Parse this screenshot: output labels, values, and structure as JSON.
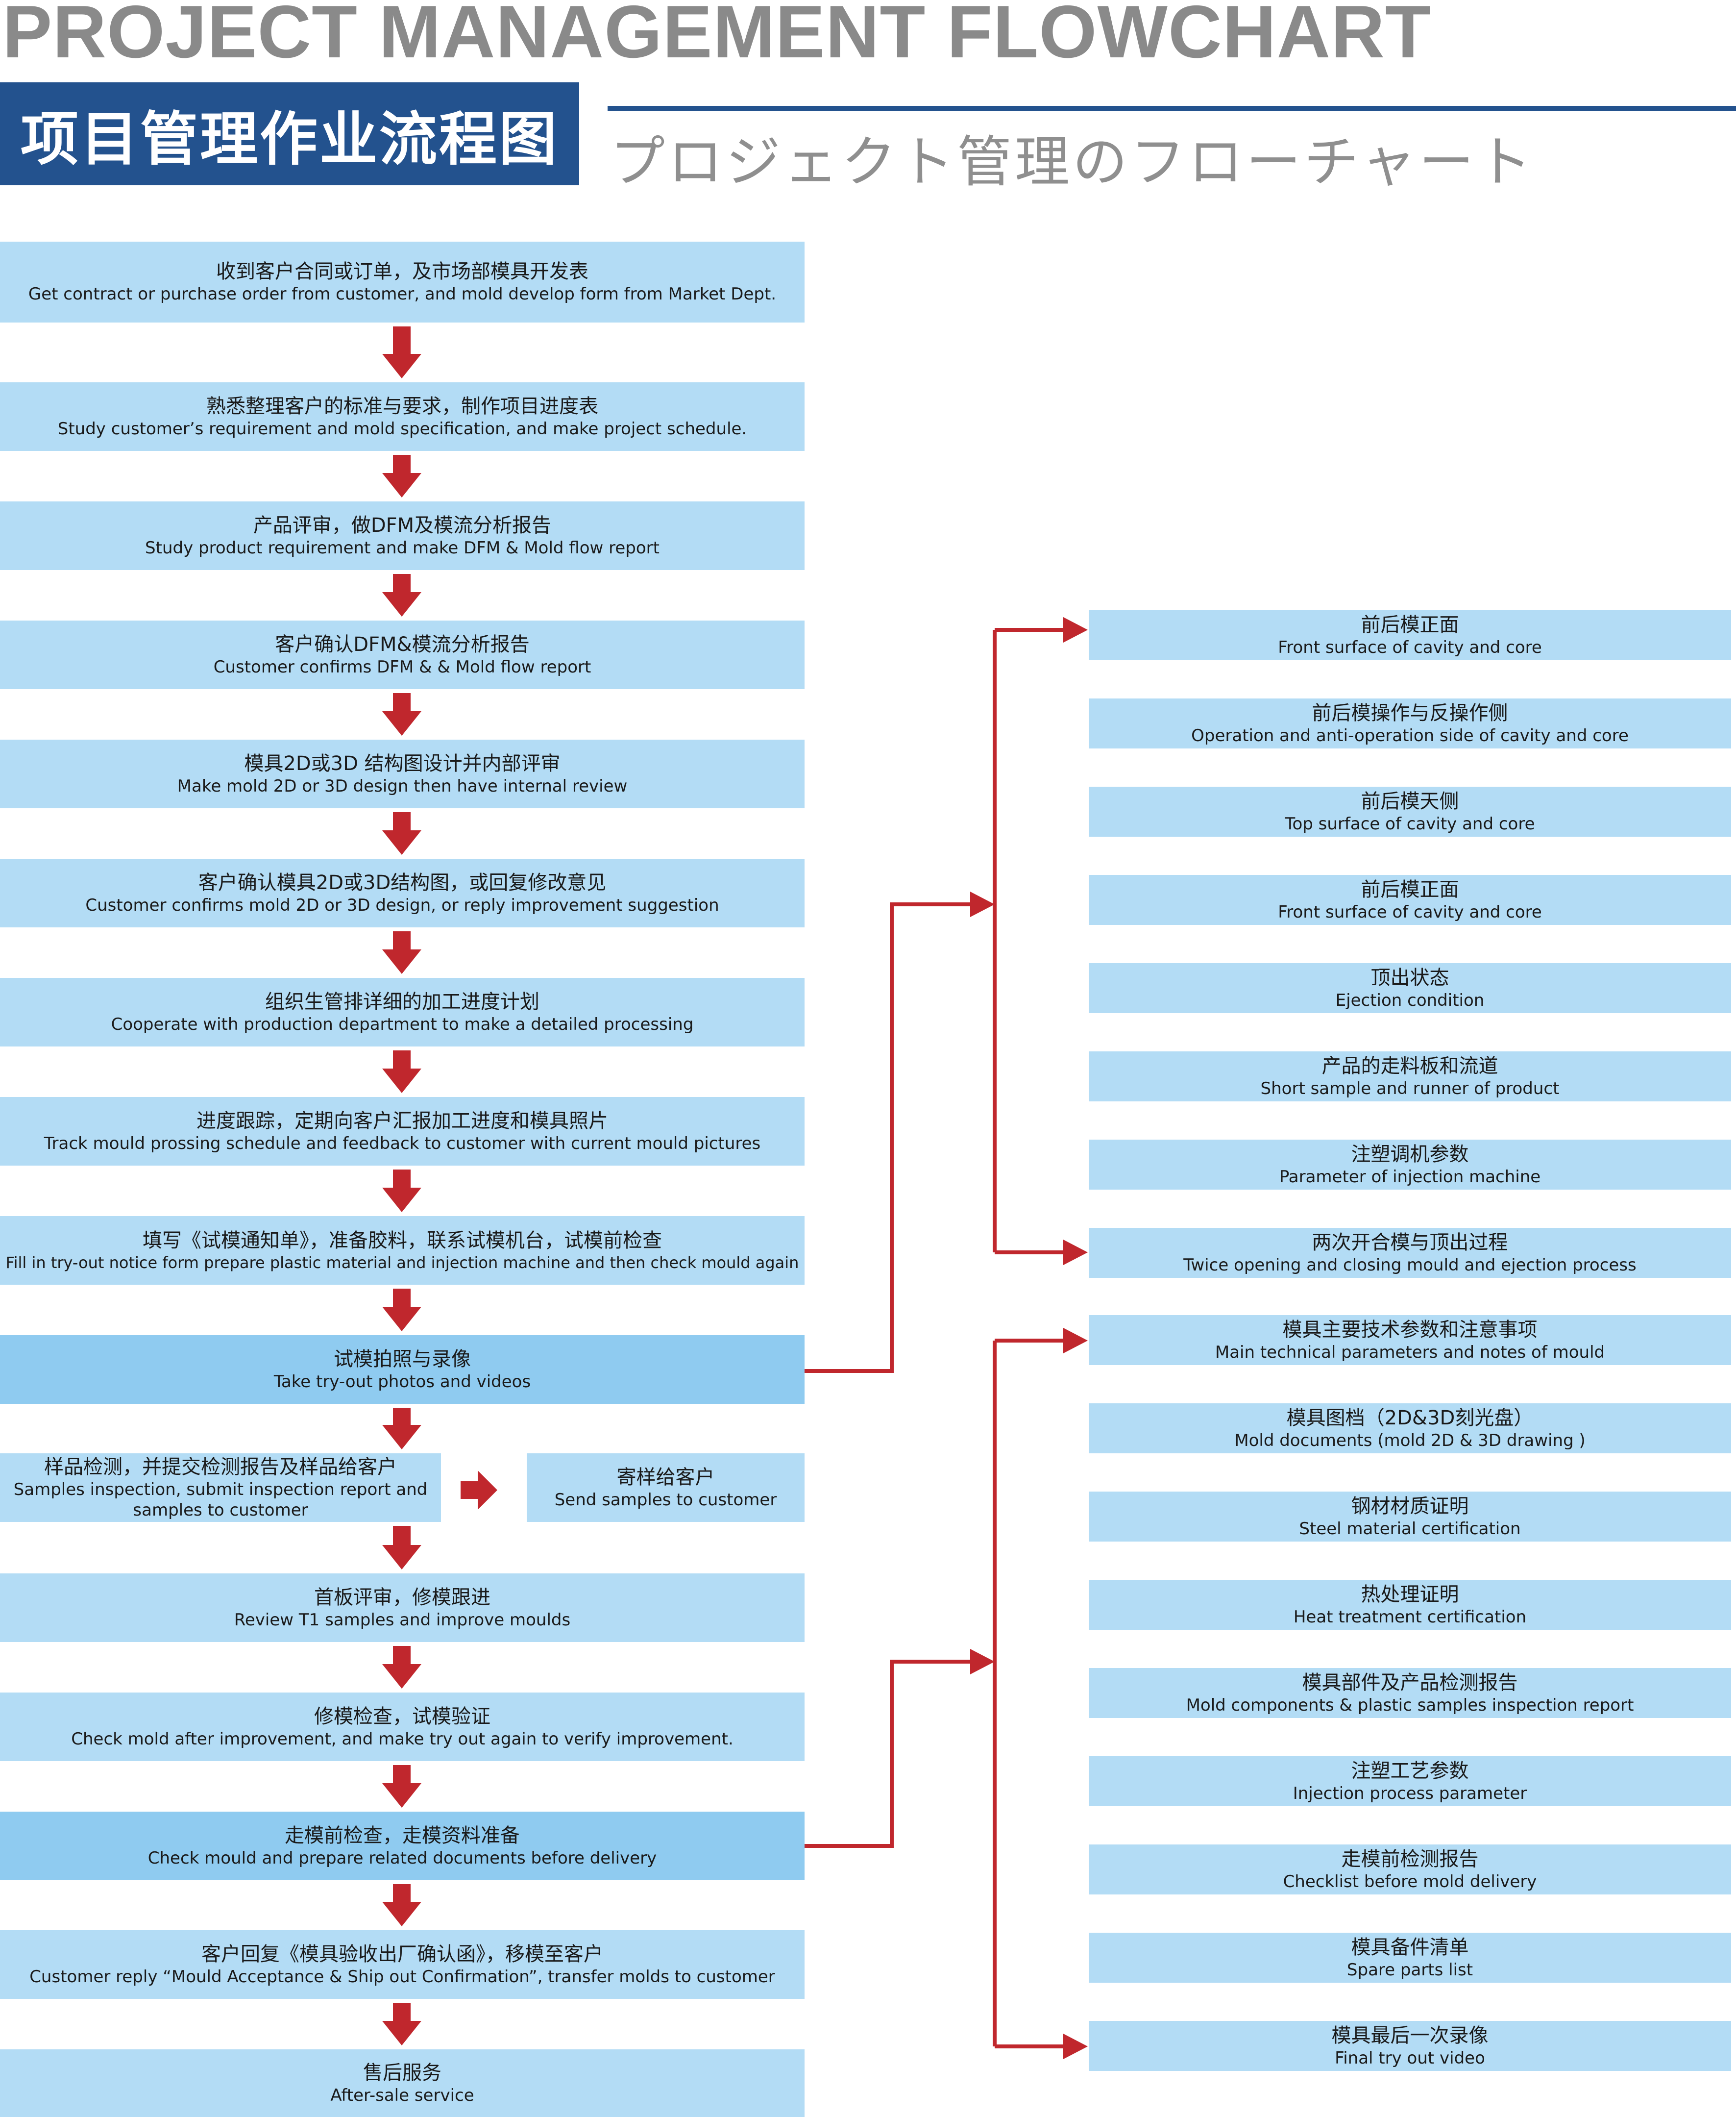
{
  "header": {
    "title_en": "PROJECT MANAGEMENT FLOWCHART",
    "title_cn": "项目管理作业流程图",
    "title_jp": "プロジェクト管理のフローチャート"
  },
  "steps": [
    {
      "cn": "收到客户合同或订单，及市场部模具开发表",
      "en": "Get contract or purchase order from customer, and mold develop form from Market Dept."
    },
    {
      "cn": "熟悉整理客户的标准与要求，制作项目进度表",
      "en": "Study customer’s requirement and mold specification, and make project schedule."
    },
    {
      "cn": "产品评审，做DFM及模流分析报告",
      "en": "Study product requirement and make DFM & Mold flow report"
    },
    {
      "cn": "客户确认DFM&模流分析报告",
      "en": "Customer confirms DFM & & Mold flow report"
    },
    {
      "cn": "模具2D或3D 结构图设计并内部评审",
      "en": "Make mold 2D or 3D design then have internal review"
    },
    {
      "cn": "客户确认模具2D或3D结构图，或回复修改意见",
      "en": "Customer confirms mold 2D or 3D design, or reply improvement suggestion"
    },
    {
      "cn": "组织生管排详细的加工进度计划",
      "en": "Cooperate with production department to make a detailed processing"
    },
    {
      "cn": "进度跟踪，定期向客户汇报加工进度和模具照片",
      "en": "Track mould prossing schedule and feedback to customer with current mould pictures"
    },
    {
      "cn": "填写《试模通知单》，准备胶料，联系试模机台，试模前检查",
      "en": "Fill in try-out notice form prepare plastic material and injection machine and then check mould again"
    },
    {
      "cn": "试模拍照与录像",
      "en": "Take try-out photos and videos"
    },
    {
      "cn": "样品检测，并提交检测报告及样品给客户",
      "en": "Samples inspection, submit inspection report and samples to customer"
    },
    {
      "cn": "首板评审，修模跟进",
      "en": "Review T1 samples and improve moulds"
    },
    {
      "cn": "修模检查，试模验证",
      "en": "Check mold after improvement, and make try out again to verify improvement."
    },
    {
      "cn": "走模前检查，走模资料准备",
      "en": "Check mould and prepare related documents before delivery"
    },
    {
      "cn": "客户回复《模具验收出厂确认函》，移模至客户",
      "en": "Customer reply “Mould Acceptance & Ship out Confirmation”, transfer molds to customer"
    },
    {
      "cn": "售后服务",
      "en": "After-sale service"
    }
  ],
  "side_step": {
    "cn": "寄样给客户",
    "en": "Send samples to customer"
  },
  "photo_items": [
    {
      "cn": "前后模正面",
      "en": "Front surface of cavity and core"
    },
    {
      "cn": "前后模操作与反操作侧",
      "en": "Operation and anti-operation side of cavity and core"
    },
    {
      "cn": "前后模天侧",
      "en": "Top surface of cavity and core"
    },
    {
      "cn": "前后模正面",
      "en": "Front surface of cavity and core"
    },
    {
      "cn": "顶出状态",
      "en": "Ejection condition"
    },
    {
      "cn": "产品的走料板和流道",
      "en": "Short sample and runner of product"
    },
    {
      "cn": "注塑调机参数",
      "en": "Parameter of injection machine"
    },
    {
      "cn": "两次开合模与顶出过程",
      "en": "Twice opening and closing mould and ejection process"
    }
  ],
  "doc_items": [
    {
      "cn": "模具主要技术参数和注意事项",
      "en": "Main technical parameters and notes of mould"
    },
    {
      "cn": "模具图档（2D&3D刻光盘）",
      "en": "Mold documents (mold 2D & 3D drawing )"
    },
    {
      "cn": "钢材材质证明",
      "en": "Steel material certification"
    },
    {
      "cn": "热处理证明",
      "en": "Heat treatment certification"
    },
    {
      "cn": "模具部件及产品检测报告",
      "en": "Mold components & plastic samples inspection report"
    },
    {
      "cn": "注塑工艺参数",
      "en": "Injection process parameter"
    },
    {
      "cn": "走模前检测报告",
      "en": "Checklist before mold delivery"
    },
    {
      "cn": "模具备件清单",
      "en": "Spare parts list"
    },
    {
      "cn": "模具最后一次录像",
      "en": "Final try out video"
    }
  ],
  "colors": {
    "box": "#b3dcf5",
    "box_highlight": "#8fcbf0",
    "arrow": "#c0272d",
    "brand": "#23528e",
    "title_gray": "#8a8a8a"
  }
}
